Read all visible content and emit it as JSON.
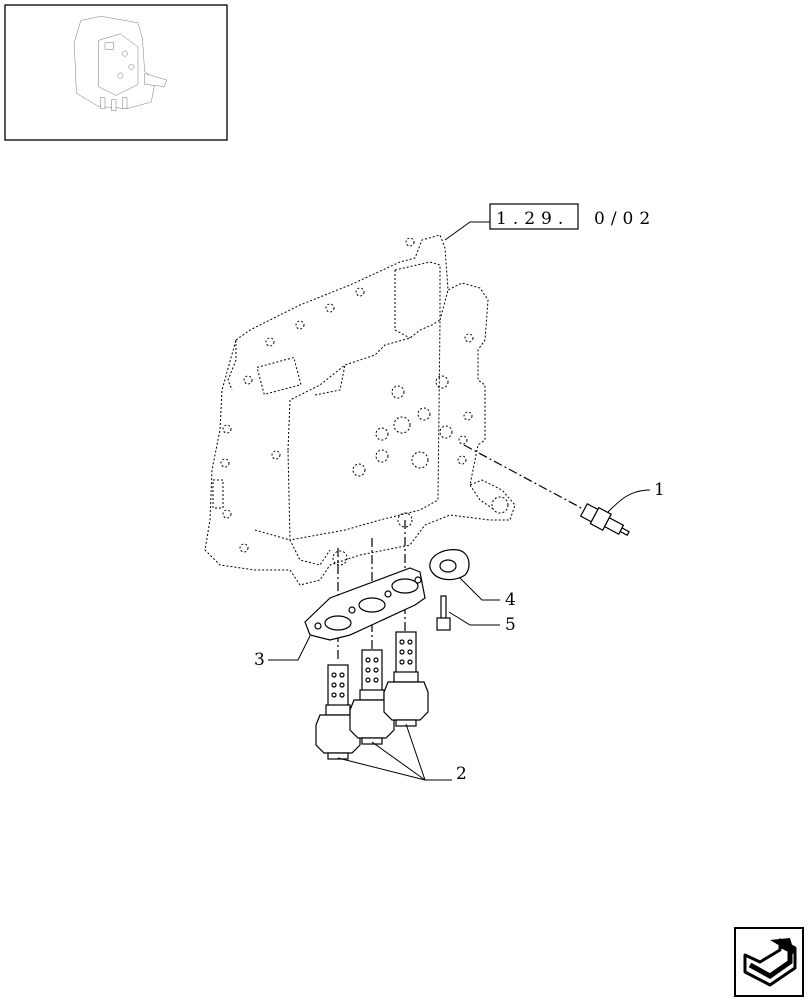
{
  "reference": {
    "boxed": "1.29.",
    "suffix": "0/02"
  },
  "callouts": [
    {
      "id": "1",
      "label": "1"
    },
    {
      "id": "2",
      "label": "2"
    },
    {
      "id": "3",
      "label": "3"
    },
    {
      "id": "4",
      "label": "4"
    },
    {
      "id": "5",
      "label": "5"
    }
  ],
  "icons": {
    "thumbnail": "assembly-thumbnail-icon",
    "nav": "next-page-arrow-icon"
  }
}
